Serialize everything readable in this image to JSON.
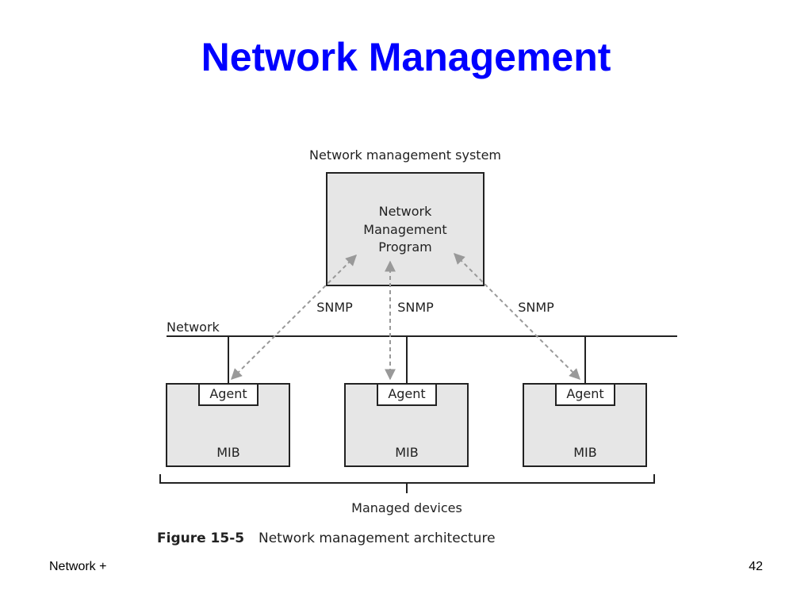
{
  "slide": {
    "title": "Network Management",
    "footer_left": "Network +",
    "page_number": "42"
  },
  "diagram": {
    "nms_label": "Network management system",
    "program_lines": [
      "Network",
      "Management",
      "Program"
    ],
    "snmp_labels": [
      "SNMP",
      "SNMP",
      "SNMP"
    ],
    "network_label": "Network",
    "devices": [
      {
        "agent": "Agent",
        "mib": "MIB"
      },
      {
        "agent": "Agent",
        "mib": "MIB"
      },
      {
        "agent": "Agent",
        "mib": "MIB"
      }
    ],
    "managed_devices_label": "Managed devices",
    "figure_number": "Figure 15-5",
    "figure_caption": "Network management architecture"
  },
  "colors": {
    "title": "#0000ff",
    "box_fill": "#e6e6e6",
    "dashed_arrow": "#999999"
  }
}
